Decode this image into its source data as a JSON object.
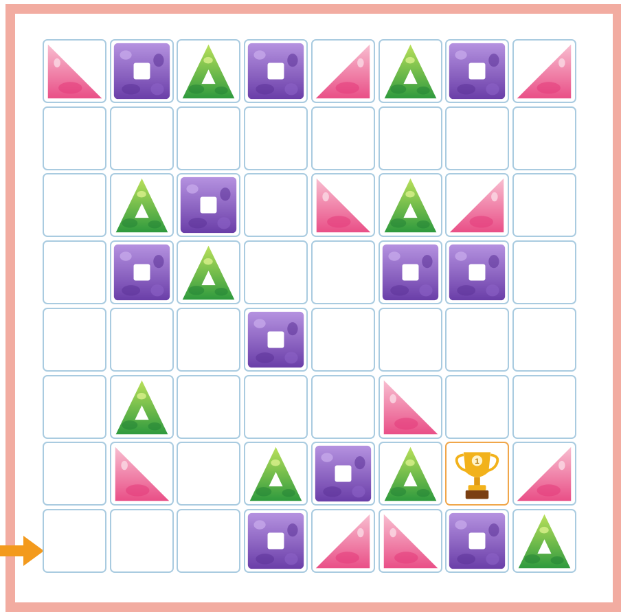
{
  "board": {
    "rows": 8,
    "cols": 8,
    "grid": [
      [
        "pink-triangle-left",
        "purple-square",
        "green-triangle",
        "purple-square",
        "pink-triangle-right",
        "green-triangle",
        "purple-square",
        "pink-triangle-right"
      ],
      [
        "empty",
        "empty",
        "empty",
        "empty",
        "empty",
        "empty",
        "empty",
        "empty"
      ],
      [
        "empty",
        "green-triangle",
        "purple-square",
        "empty",
        "pink-triangle-left",
        "green-triangle",
        "pink-triangle-right",
        "empty"
      ],
      [
        "empty",
        "purple-square",
        "green-triangle",
        "empty",
        "empty",
        "purple-square",
        "purple-square",
        "empty"
      ],
      [
        "empty",
        "empty",
        "empty",
        "purple-square",
        "empty",
        "empty",
        "empty",
        "empty"
      ],
      [
        "empty",
        "green-triangle",
        "empty",
        "empty",
        "empty",
        "pink-triangle-left",
        "empty",
        "empty"
      ],
      [
        "empty",
        "pink-triangle-left",
        "empty",
        "green-triangle",
        "purple-square",
        "green-triangle",
        "trophy",
        "pink-triangle-right"
      ],
      [
        "empty",
        "empty",
        "empty",
        "purple-square",
        "pink-triangle-right",
        "pink-triangle-left",
        "purple-square",
        "green-triangle"
      ]
    ],
    "start": {
      "row": 7,
      "col": 0,
      "icon": "start-arrow-icon"
    },
    "goal": {
      "row": 6,
      "col": 6,
      "icon": "trophy-icon",
      "label": "1"
    }
  },
  "colors": {
    "frame": "#f2aca1",
    "cell_border": "#a9cbe0",
    "arrow": "#f39a1d",
    "purple": "#7b4fb5",
    "green": "#5cb53a",
    "pink": "#ec6f9b",
    "trophy": "#f2b21b"
  }
}
